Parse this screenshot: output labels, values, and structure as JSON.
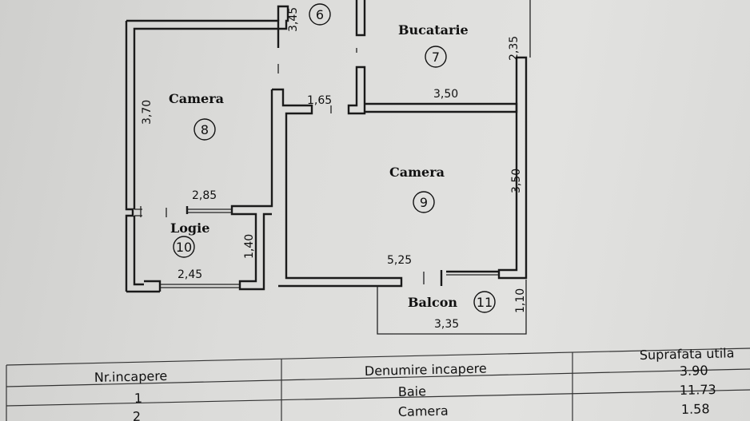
{
  "plan": {
    "rooms": [
      {
        "id": "r6",
        "name": "",
        "number": "6"
      },
      {
        "id": "r7",
        "name": "Bucatarie",
        "number": "7"
      },
      {
        "id": "r8",
        "name": "Camera",
        "number": "8"
      },
      {
        "id": "r9",
        "name": "Camera",
        "number": "9"
      },
      {
        "id": "r10",
        "name": "Logie",
        "number": "10"
      },
      {
        "id": "r11",
        "name": "Balcon",
        "number": "11"
      }
    ],
    "dimensions": [
      "3,45",
      "2,35",
      "3,70",
      "1,65",
      "3,50",
      "3,50",
      "2,85",
      "1,40",
      "2,45",
      "5,25",
      "1,10",
      "3,35"
    ]
  },
  "table": {
    "headers": [
      "Nr.incapere",
      "Denumire incapere",
      "Suprafata utila"
    ],
    "rows": [
      [
        "1",
        "Baie",
        "3.90"
      ],
      [
        "2",
        "Camera",
        "11.73"
      ],
      [
        "",
        "",
        "1.58"
      ]
    ]
  }
}
